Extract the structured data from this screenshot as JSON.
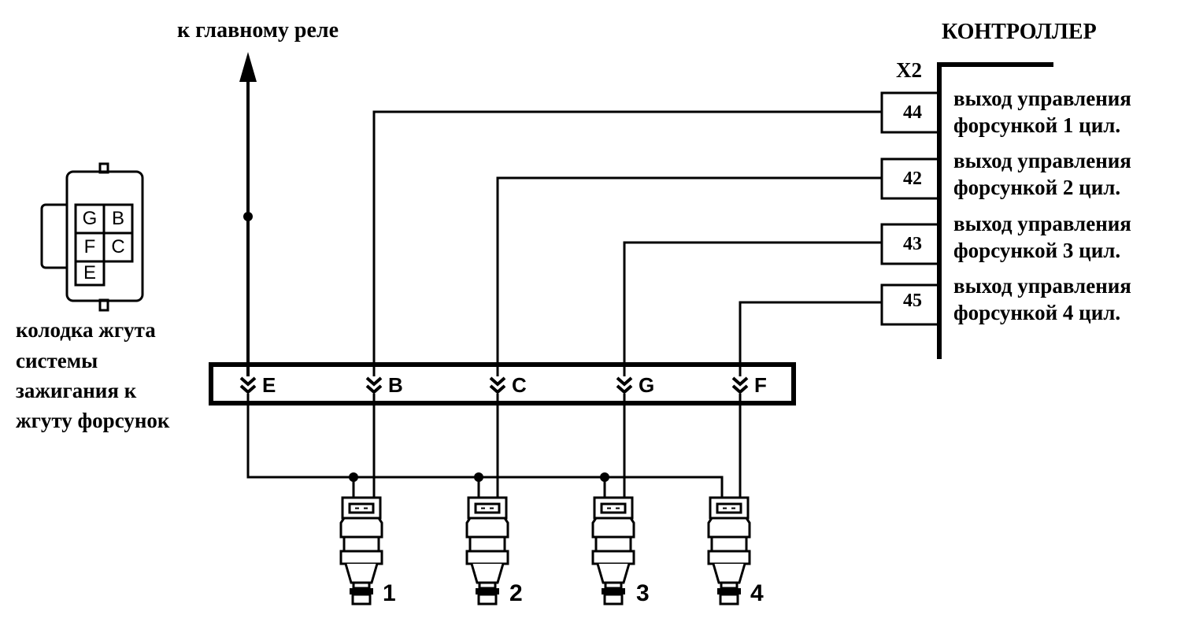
{
  "labels": {
    "main_relay": "к главному реле",
    "controller": "КОНТРОЛЛЕР",
    "connector_id": "X2",
    "harness_caption": [
      "колодка жгута",
      "системы",
      "зажигания к",
      "жгуту форсунок"
    ]
  },
  "controller_pins": [
    {
      "pin": "44",
      "desc1": "выход управления",
      "desc2": "форсункой 1 цил."
    },
    {
      "pin": "42",
      "desc1": "выход управления",
      "desc2": "форсункой 2 цил."
    },
    {
      "pin": "43",
      "desc1": "выход управления",
      "desc2": "форсункой 3 цил."
    },
    {
      "pin": "45",
      "desc1": "выход управления",
      "desc2": "форсункой 4 цил."
    }
  ],
  "connector_cells": [
    "G",
    "B",
    "F",
    "C",
    "E"
  ],
  "bus_pins": [
    "E",
    "B",
    "C",
    "G",
    "F"
  ],
  "injectors": [
    "1",
    "2",
    "3",
    "4"
  ]
}
